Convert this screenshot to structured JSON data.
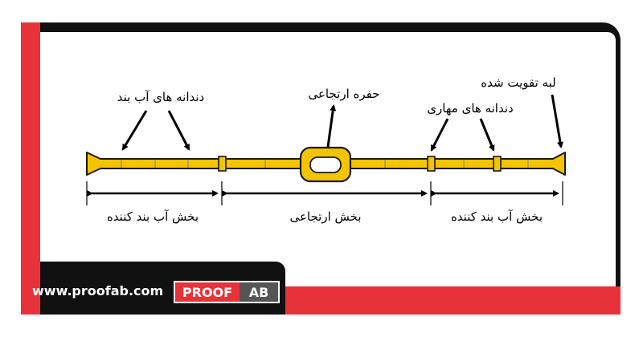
{
  "labels": {
    "water_teeth": "دندانه های آب بند",
    "expansion_hole": "حفره ارتجاعی",
    "reinforced_edge": "لبه تقویت شده",
    "anchor_teeth": "دندانه های مهاری",
    "waterproof_section_left": "بخش آب بند کننده",
    "elastic_section": "بخش ارتجاعی",
    "waterproof_section_right": "بخش آب بند کننده"
  },
  "brand": {
    "website": "www.proofab.com",
    "logo_part1": "PROOF",
    "logo_part2": "AB"
  },
  "colors": {
    "waterstop": "#f5c400",
    "waterstop_outline": "#1a1a1a",
    "accent_red": "#e8323a",
    "frame_black": "#111111",
    "logo_dark": "#555555"
  }
}
